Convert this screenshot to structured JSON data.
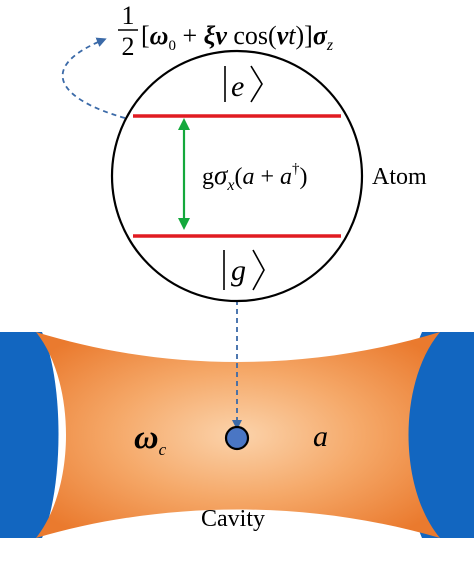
{
  "equation": {
    "half_numerator": "1",
    "half_denominator": "2",
    "bracket_open": "[",
    "omega": "ω",
    "omega_sub": "0",
    "plus": " + ",
    "xi": "ξ",
    "nu": "ν",
    "cos": " cos(",
    "nu2": "ν",
    "t": "t",
    "close_paren": ")",
    "bracket_close": "]",
    "sigma": "σ",
    "sigma_sub": "z"
  },
  "atom": {
    "label": "Atom",
    "excited_state": "e",
    "ground_state": "g",
    "coupling": {
      "g": "g",
      "sigma": "σ",
      "sigma_sub": "x",
      "paren_open": "(",
      "a": "a",
      "plus": " + ",
      "a_dag": "a",
      "dagger": "†",
      "paren_close": ")"
    }
  },
  "cavity": {
    "label": "Cavity",
    "omega": "ω",
    "omega_sub": "c",
    "mode": "a"
  },
  "colors": {
    "level_line": "#e11b22",
    "transition_arrow": "#14a83c",
    "dashed_arrow": "#3b6aa8",
    "cavity_fill": "#f08a3c",
    "mirror_fill": "#1266c0",
    "atom_dot": "#4a76c4"
  }
}
